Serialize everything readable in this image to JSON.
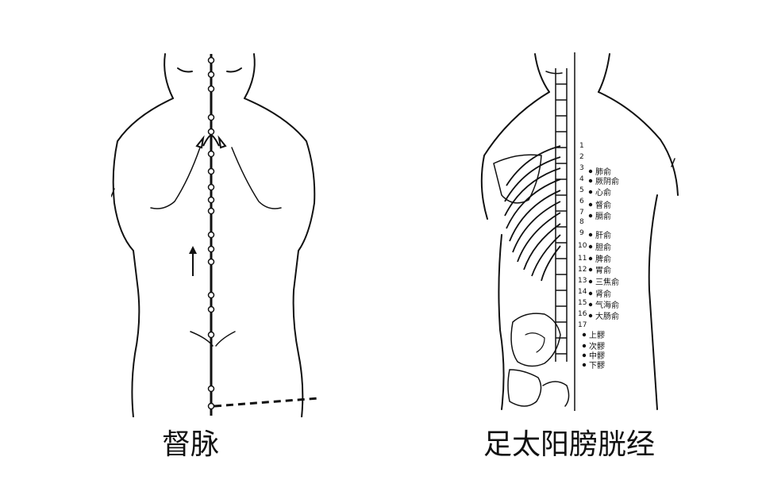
{
  "figures": [
    {
      "caption": "督脉"
    },
    {
      "caption": "足太阳膀胱经",
      "segment_numbers": [
        "1",
        "2",
        "3",
        "4",
        "5",
        "6",
        "7",
        "8",
        "9",
        "10",
        "11",
        "12",
        "13",
        "14",
        "15",
        "16",
        "17"
      ],
      "acupoints": [
        "肺俞",
        "厥阴俞",
        "心俞",
        "督俞",
        "膈俞",
        "肝俞",
        "胆俞",
        "脾俞",
        "胃俞",
        "三焦俞",
        "肾俞",
        "气海俞",
        "大肠俞"
      ],
      "sacral_points": [
        "上髎",
        "次髎",
        "中髎",
        "下髎"
      ]
    }
  ]
}
